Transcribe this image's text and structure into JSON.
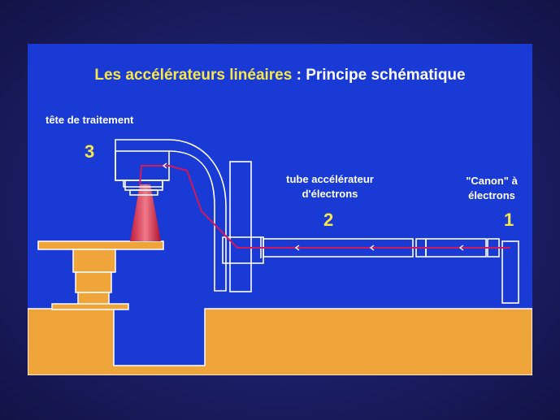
{
  "title": {
    "main": "Les accélérateurs linéaires",
    "separator": " : ",
    "subtitle": "Principe schématique"
  },
  "labels": {
    "head": "tête de traitement",
    "tube_line1": "tube accélérateur",
    "tube_line2": "d'électrons",
    "gun_line1": "\"Canon\" à",
    "gun_line2": "électrons"
  },
  "numbers": {
    "head": "3",
    "tube": "2",
    "gun": "1"
  },
  "colors": {
    "background": "#1a3ad6",
    "outline": "#ffffff",
    "floor": "#f0a53a",
    "beam": "#d01a5a",
    "title_accent": "#f6e84a"
  }
}
